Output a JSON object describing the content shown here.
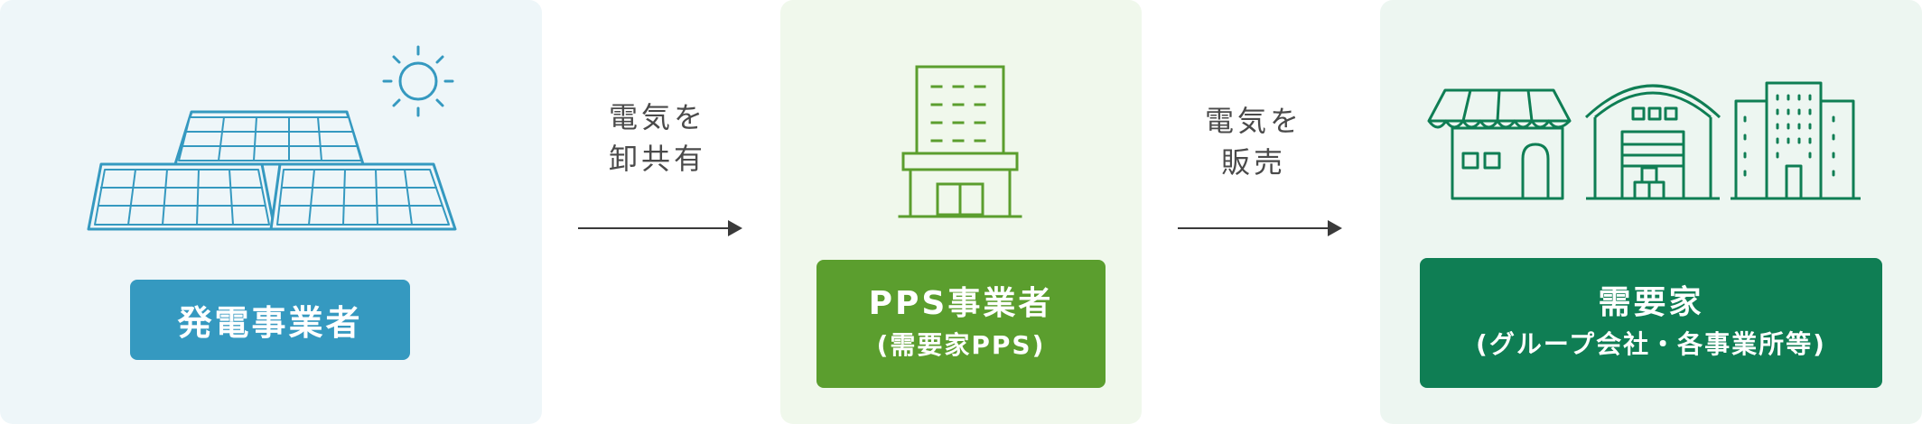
{
  "actors": {
    "generator": {
      "label": "発電事業者"
    },
    "pps": {
      "title": "PPS事業者",
      "subtitle": "(需要家PPS)"
    },
    "consumer": {
      "title": "需要家",
      "subtitle": "(グループ会社・各事業所等)"
    }
  },
  "flows": [
    {
      "line1": "電気を",
      "line2": "卸共有"
    },
    {
      "line1": "電気を",
      "line2": "販売"
    }
  ],
  "colors": {
    "generator": "#3599c0",
    "pps": "#5b9e2e",
    "consumer": "#0f7e54",
    "arrow": "#3a3a3a"
  },
  "icons": [
    "solar-panels-icon",
    "sun-icon",
    "office-building-icon",
    "shop-icon",
    "warehouse-icon",
    "apartment-building-icon"
  ]
}
